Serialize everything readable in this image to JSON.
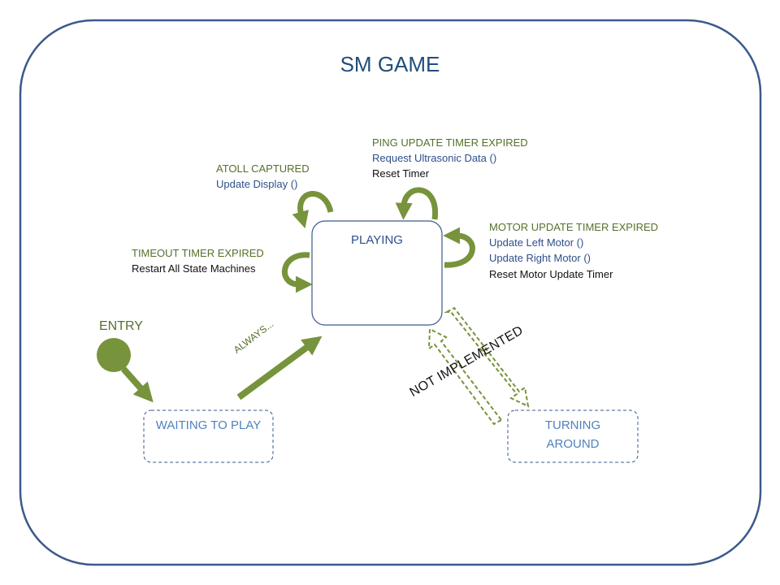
{
  "title": "SM GAME",
  "states": {
    "playing": "PLAYING",
    "waiting": "WAITING TO PLAY",
    "turning_line1": "TURNING",
    "turning_line2": "AROUND"
  },
  "entry": "ENTRY",
  "transitions": {
    "always": "ALWAYS...",
    "not_implemented": "NOT IMPLEMENTED",
    "atoll": {
      "event": "ATOLL CAPTURED",
      "action1": "Update Display ()"
    },
    "ping": {
      "event": "PING UPDATE TIMER EXPIRED",
      "action1": "Request Ultrasonic Data ()",
      "action2": "Reset Timer"
    },
    "timeout": {
      "event": "TIMEOUT TIMER EXPIRED",
      "action1": "Restart All State Machines"
    },
    "motor": {
      "event": "MOTOR UPDATE TIMER EXPIRED",
      "action1": "Update Left Motor ()",
      "action2": "Update Right Motor ()",
      "action3": "Reset Motor Update Timer"
    }
  },
  "colors": {
    "frame": "#3b5a8a",
    "arrow": "#77933c",
    "event_text": "#55702a",
    "action_text": "#2e4f8a",
    "state_border": "#3b5a8a",
    "dim_state_text": "#4f81bd"
  }
}
